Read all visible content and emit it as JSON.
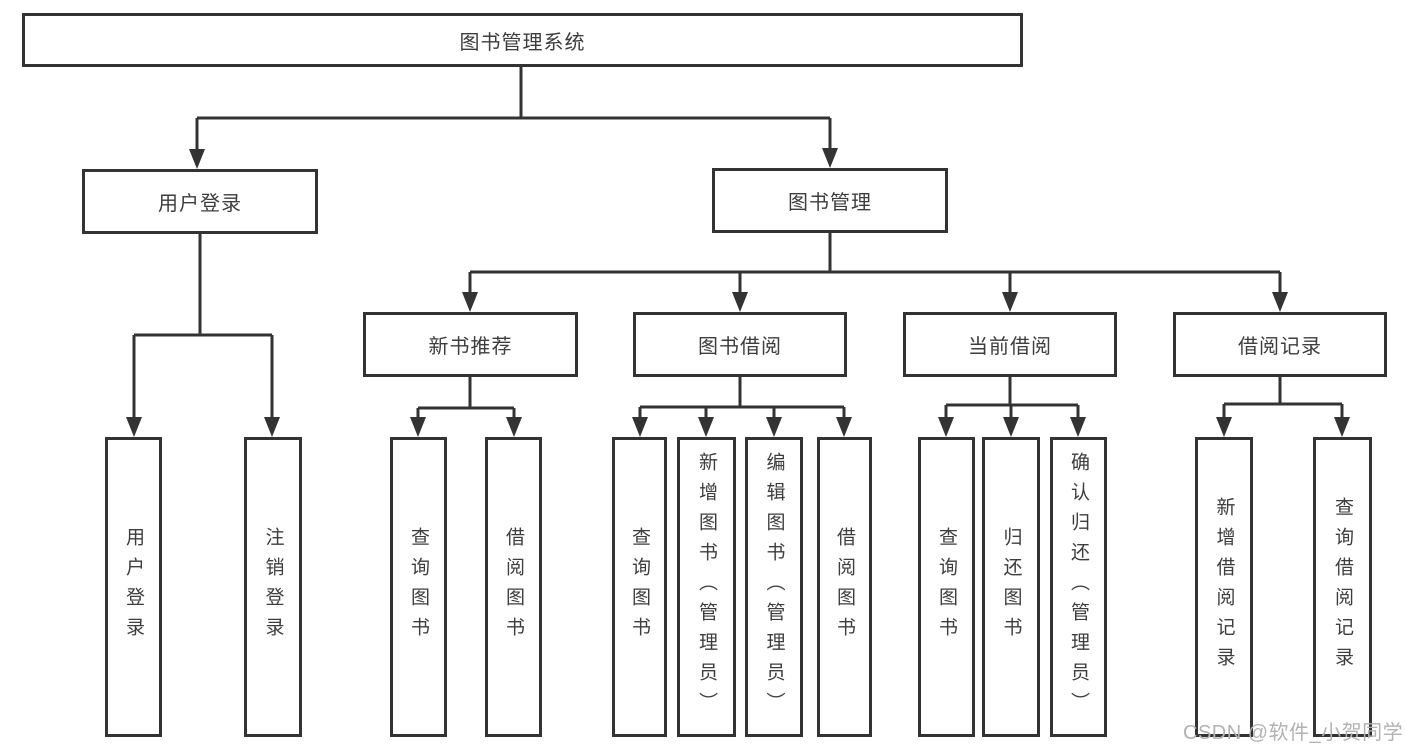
{
  "colors": {
    "line": "#333333",
    "box_border": "#333333",
    "text": "#3d3d3d",
    "background": "#ffffff",
    "watermark": "#b2b2b2"
  },
  "watermark": "CSDN @软件_小贺同学",
  "tree": {
    "root": "图书管理系统",
    "children": [
      {
        "label": "用户登录",
        "children": [
          "用户登录",
          "注销登录"
        ]
      },
      {
        "label": "图书管理",
        "children": [
          {
            "label": "新书推荐",
            "children": [
              "查询图书",
              "借阅图书"
            ]
          },
          {
            "label": "图书借阅",
            "children": [
              "查询图书",
              "新增图书（管理员）",
              "编辑图书（管理员）",
              "借阅图书"
            ]
          },
          {
            "label": "当前借阅",
            "children": [
              "查询图书",
              "归还图书",
              "确认归还（管理员）"
            ]
          },
          {
            "label": "借阅记录",
            "children": [
              "新增借阅记录",
              "查询借阅记录"
            ]
          }
        ]
      }
    ]
  }
}
